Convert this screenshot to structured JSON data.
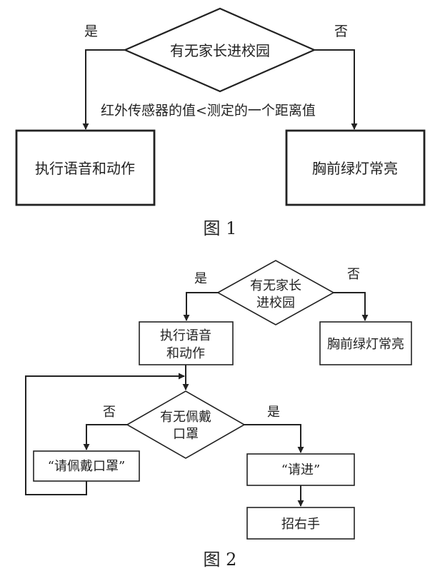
{
  "figure1": {
    "decision": "有无家长进校园",
    "yes": "是",
    "no": "否",
    "condition": "红外传感器的值<测定的一个距离值",
    "yes_box": "执行语音和动作",
    "no_box": "胸前绿灯常亮",
    "caption": "图 1"
  },
  "figure2": {
    "decision1": [
      "有无家长",
      "进校园"
    ],
    "yes1": "是",
    "no1": "否",
    "yes_box": [
      "执行语音",
      "和动作"
    ],
    "no_box": "胸前绿灯常亮",
    "decision2": [
      "有无佩戴",
      "口罩"
    ],
    "no2": "否",
    "yes2": "是",
    "mask_prompt": "“请佩戴口罩”",
    "enter_prompt": "“请进”",
    "wave_box": "招右手",
    "caption": "图 2"
  }
}
